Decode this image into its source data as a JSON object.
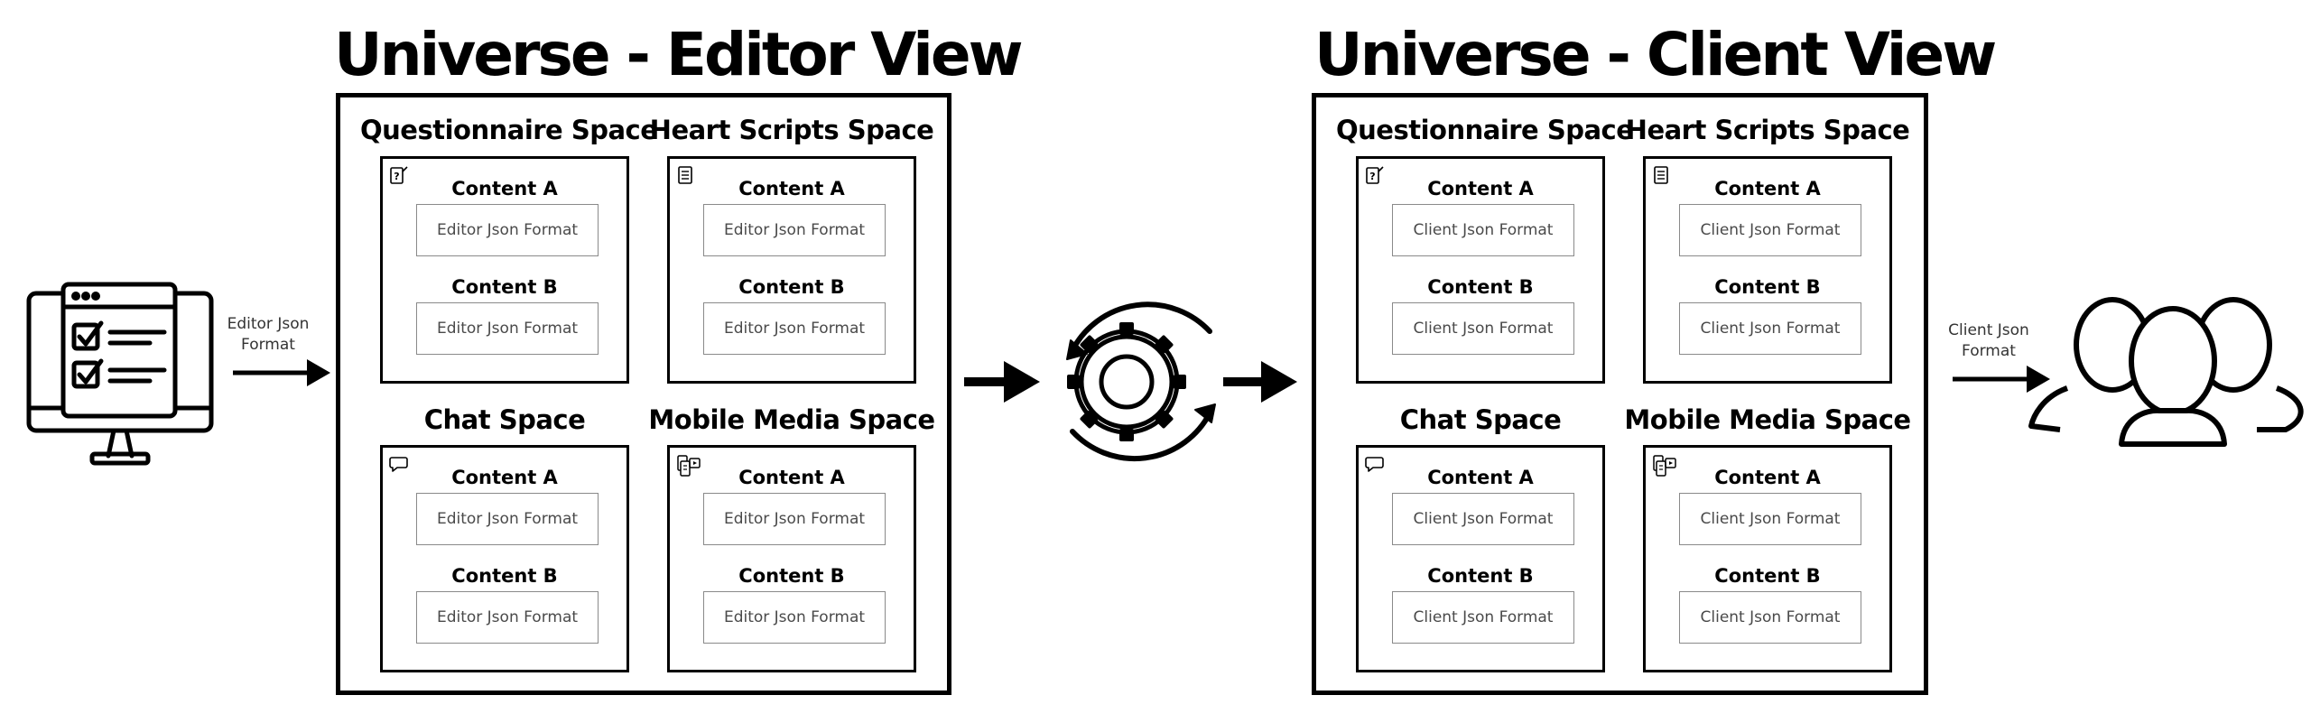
{
  "editor_universe": {
    "title": "Universe - Editor View",
    "spaces": [
      {
        "title": "Questionnaire Space",
        "icon": "questionnaire-icon",
        "contents": [
          {
            "label": "Content A",
            "format": "Editor Json Format"
          },
          {
            "label": "Content B",
            "format": "Editor Json Format"
          }
        ]
      },
      {
        "title": "Heart Scripts Space",
        "icon": "script-document-icon",
        "contents": [
          {
            "label": "Content A",
            "format": "Editor Json Format"
          },
          {
            "label": "Content B",
            "format": "Editor Json Format"
          }
        ]
      },
      {
        "title": "Chat Space",
        "icon": "chat-bubble-icon",
        "contents": [
          {
            "label": "Content A",
            "format": "Editor Json Format"
          },
          {
            "label": "Content B",
            "format": "Editor Json Format"
          }
        ]
      },
      {
        "title": "Mobile Media Space",
        "icon": "mobile-media-icon",
        "contents": [
          {
            "label": "Content A",
            "format": "Editor Json Format"
          },
          {
            "label": "Content B",
            "format": "Editor Json Format"
          }
        ]
      }
    ]
  },
  "client_universe": {
    "title": "Universe - Client View",
    "spaces": [
      {
        "title": "Questionnaire Space",
        "icon": "questionnaire-icon",
        "contents": [
          {
            "label": "Content A",
            "format": "Client Json Format"
          },
          {
            "label": "Content B",
            "format": "Client Json Format"
          }
        ]
      },
      {
        "title": "Heart Scripts Space",
        "icon": "script-document-icon",
        "contents": [
          {
            "label": "Content A",
            "format": "Client Json Format"
          },
          {
            "label": "Content B",
            "format": "Client Json Format"
          }
        ]
      },
      {
        "title": "Chat Space",
        "icon": "chat-bubble-icon",
        "contents": [
          {
            "label": "Content A",
            "format": "Client Json Format"
          },
          {
            "label": "Content B",
            "format": "Client Json Format"
          }
        ]
      },
      {
        "title": "Mobile Media Space",
        "icon": "mobile-media-icon",
        "contents": [
          {
            "label": "Content A",
            "format": "Client Json Format"
          },
          {
            "label": "Content B",
            "format": "Client Json Format"
          }
        ]
      }
    ]
  },
  "input_arrow": {
    "label_line1": "Editor Json",
    "label_line2": "Format"
  },
  "output_arrow": {
    "label_line1": "Client Json",
    "label_line2": "Format"
  },
  "icons": {
    "source": "editor-monitor-checklist-icon",
    "processor": "gear-sync-icon",
    "destination": "users-group-icon"
  },
  "colors": {
    "stroke": "#000000",
    "format_box_border": "#8a8a8a",
    "format_text": "#4a4a4a"
  }
}
